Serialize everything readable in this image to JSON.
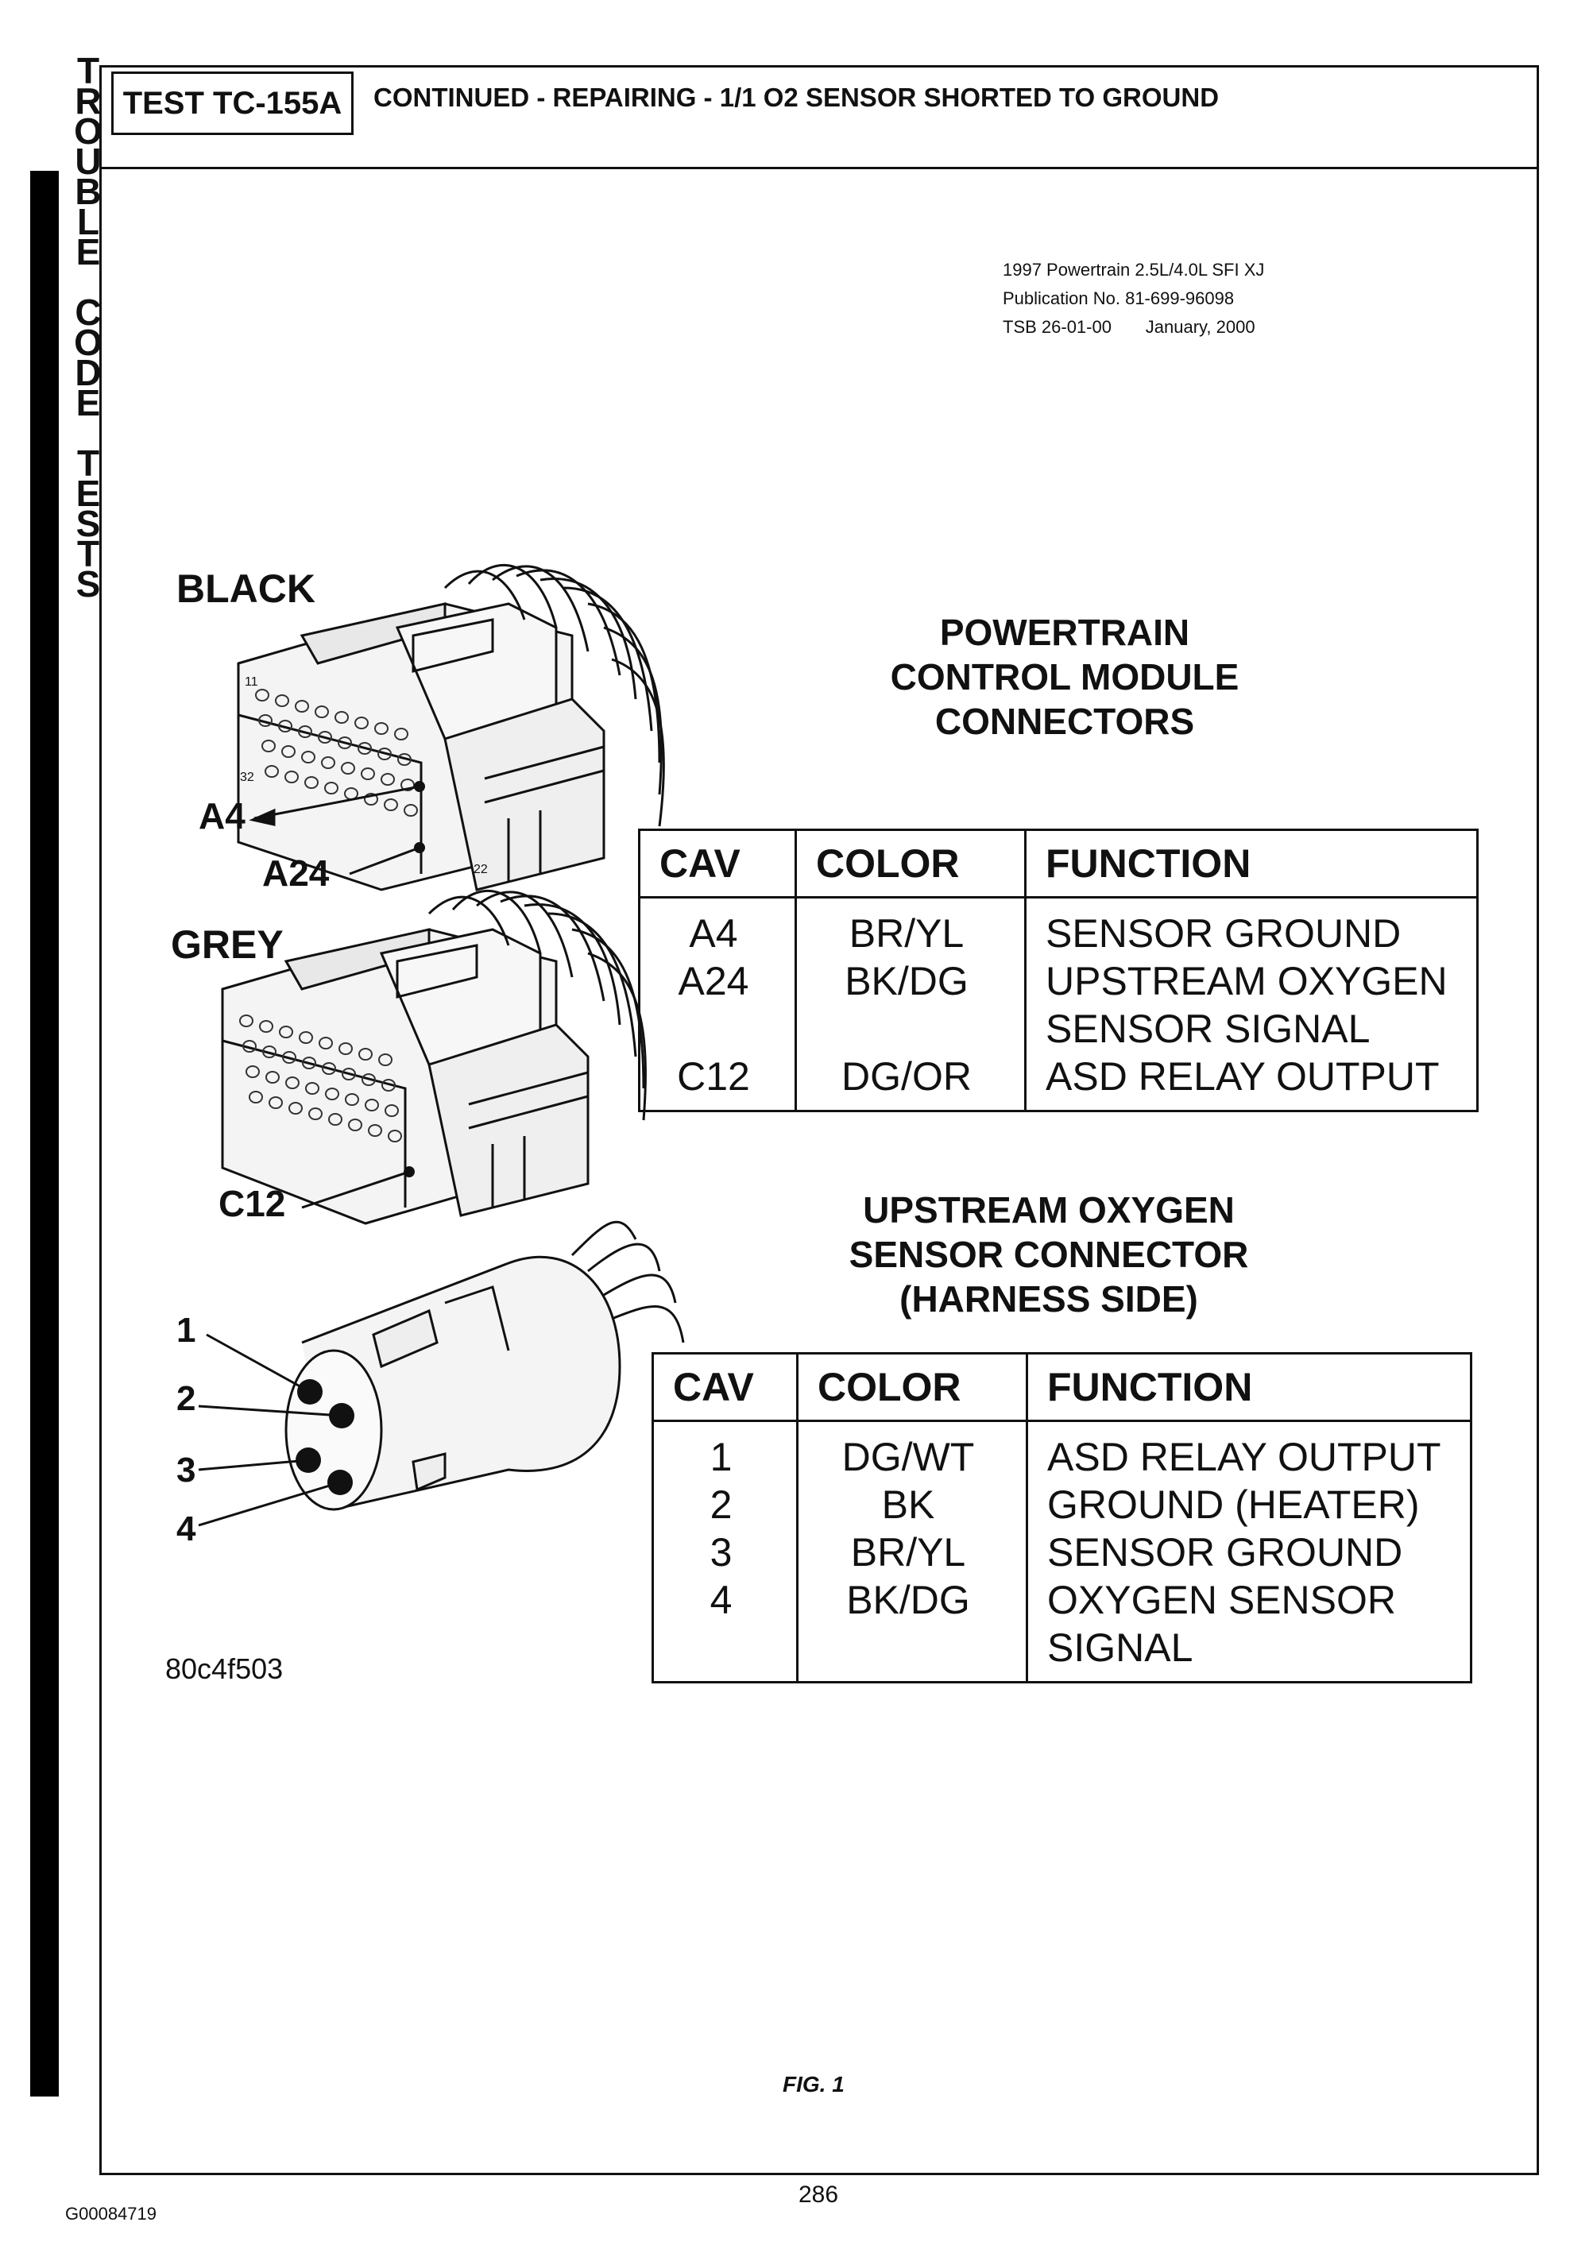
{
  "side_tab": {
    "letters": [
      "T",
      "R",
      "O",
      "U",
      "B",
      "L",
      "E",
      "",
      "C",
      "O",
      "D",
      "E",
      "",
      "T",
      "E",
      "S",
      "T",
      "S"
    ]
  },
  "header": {
    "test_id": "TEST TC-155A",
    "title": "CONTINUED - REPAIRING - 1/1 O2 SENSOR SHORTED TO GROUND"
  },
  "publication": {
    "line1": "1997 Powertrain 2.5L/4.0L SFI XJ",
    "line2": "Publication No. 81-699-96098",
    "line3": "TSB 26-01-00       January, 2000"
  },
  "figure": {
    "black_label": "BLACK",
    "grey_label": "GREY",
    "a4_label": "A4",
    "a24_label": "A24",
    "c12_label": "C12",
    "pin_small_11": "11",
    "pin_small_32": "32",
    "pin_small_22": "22",
    "pin_labels": [
      "1",
      "2",
      "3",
      "4"
    ],
    "code": "80c4f503",
    "caption": "FIG. 1"
  },
  "pcm": {
    "title_lines": [
      "POWERTRAIN",
      "CONTROL MODULE",
      "CONNECTORS"
    ],
    "headers": {
      "cav": "CAV",
      "color": "COLOR",
      "function": "FUNCTION"
    },
    "rows": [
      {
        "cav": "A4",
        "color": "BR/YL",
        "function": [
          "SENSOR GROUND"
        ]
      },
      {
        "cav": "A24",
        "color": "BK/DG",
        "function": [
          "UPSTREAM OXYGEN",
          "SENSOR SIGNAL"
        ]
      },
      {
        "cav": "C12",
        "color": "DG/OR",
        "function": [
          "ASD RELAY OUTPUT"
        ]
      }
    ]
  },
  "o2": {
    "title_lines": [
      "UPSTREAM OXYGEN",
      "SENSOR CONNECTOR",
      "(HARNESS SIDE)"
    ],
    "headers": {
      "cav": "CAV",
      "color": "COLOR",
      "function": "FUNCTION"
    },
    "rows": [
      {
        "cav": "1",
        "color": "DG/WT",
        "function": [
          "ASD RELAY OUTPUT"
        ]
      },
      {
        "cav": "2",
        "color": "BK",
        "function": [
          "GROUND (HEATER)"
        ]
      },
      {
        "cav": "3",
        "color": "BR/YL",
        "function": [
          "SENSOR GROUND"
        ]
      },
      {
        "cav": "4",
        "color": "BK/DG",
        "function": [
          "OXYGEN SENSOR",
          "SIGNAL"
        ]
      }
    ]
  },
  "footer": {
    "page_number": "286",
    "doc_id": "G00084719"
  }
}
